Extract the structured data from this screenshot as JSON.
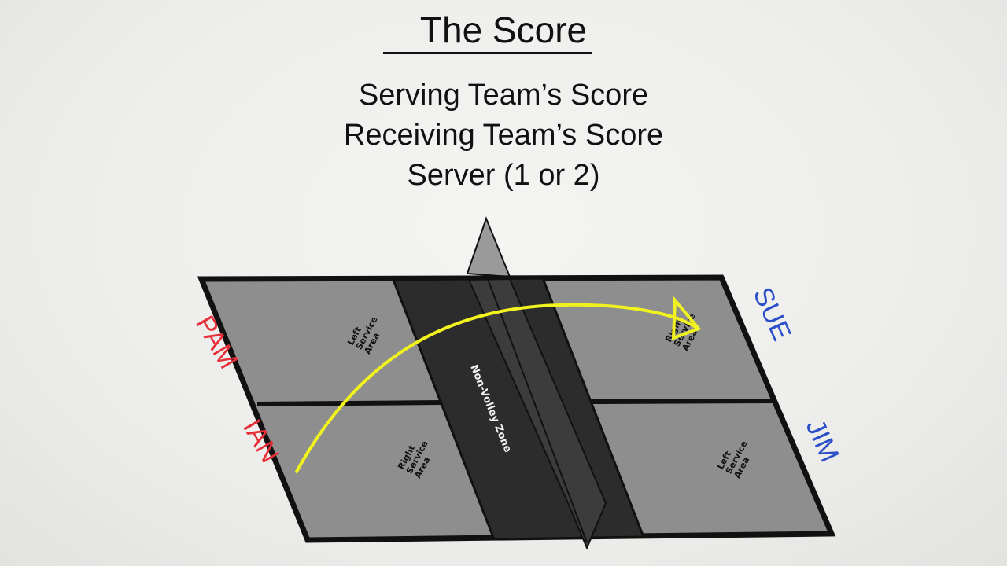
{
  "slide": {
    "title": "The Score",
    "lines": [
      "Serving Team’s Score",
      "Receiving Team’s Score",
      "Server (1 or 2)"
    ]
  },
  "court": {
    "left_side": {
      "top_area": [
        "Left",
        "Service",
        "Area"
      ],
      "bottom_area": [
        "Right",
        "Service",
        "Area"
      ]
    },
    "right_side": {
      "top_area": [
        "Right",
        "Service",
        "Area"
      ],
      "bottom_area": [
        "Left",
        "Service",
        "Area"
      ]
    },
    "kitchen_label": "Non-Volley Zone"
  },
  "players": {
    "serving_team": [
      "PAM",
      "IAN"
    ],
    "receiving_team": [
      "SUE",
      "JIM"
    ]
  },
  "colors": {
    "serving_team": "#e8303a",
    "receiving_team": "#2a4fc8",
    "serve_arrow": "#f2f21e",
    "court_fill": "#8e8e8e",
    "kitchen_fill": "#2c2c2c",
    "lines": "#111111"
  }
}
